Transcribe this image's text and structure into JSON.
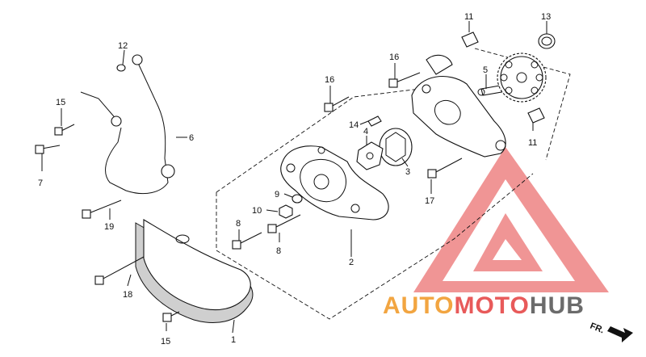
{
  "diagram": {
    "part_labels": [
      {
        "id": "1",
        "text": "1"
      },
      {
        "id": "2",
        "text": "2"
      },
      {
        "id": "3",
        "text": "3"
      },
      {
        "id": "4",
        "text": "4"
      },
      {
        "id": "5",
        "text": "5"
      },
      {
        "id": "6",
        "text": "6"
      },
      {
        "id": "7",
        "text": "7"
      },
      {
        "id": "8a",
        "text": "8"
      },
      {
        "id": "8b",
        "text": "8"
      },
      {
        "id": "9",
        "text": "9"
      },
      {
        "id": "10",
        "text": "10"
      },
      {
        "id": "11a",
        "text": "11"
      },
      {
        "id": "11b",
        "text": "11"
      },
      {
        "id": "12",
        "text": "12"
      },
      {
        "id": "13",
        "text": "13"
      },
      {
        "id": "14",
        "text": "14"
      },
      {
        "id": "15a",
        "text": "15"
      },
      {
        "id": "15b",
        "text": "15"
      },
      {
        "id": "16a",
        "text": "16"
      },
      {
        "id": "16b",
        "text": "16"
      },
      {
        "id": "17",
        "text": "17"
      },
      {
        "id": "18",
        "text": "18"
      },
      {
        "id": "19",
        "text": "19"
      }
    ],
    "direction_label": "FR.",
    "colors": {
      "line": "#111111",
      "part_fill": "#ffffff",
      "shade": "#cfcfcf"
    }
  },
  "watermark": {
    "brand_auto": "AUTO",
    "brand_moto": "MOTO",
    "brand_hub": "HUB",
    "colors": {
      "red": "#e85a5a",
      "orange": "#f2a541",
      "gray": "#6b6b6b"
    }
  }
}
